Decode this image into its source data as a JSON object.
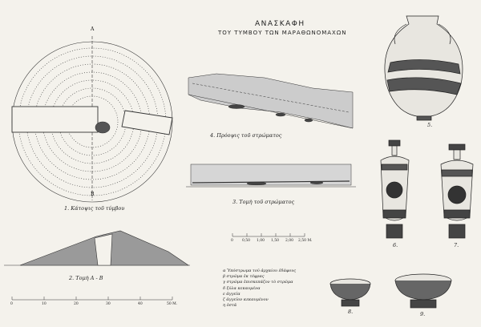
{
  "title": {
    "line1": "ΑΝΑΣΚΑΦΗ",
    "line2": "ΤΟΥ ΤΥΜΒΟΥ ΤΩΝ ΜΑΡΑΘΩΝΟΜΑΧΩΝ"
  },
  "figures": {
    "fig1": "1. Κάτοψις τοῦ τύμβου",
    "fig2": "2. Τομὴ Α - Β",
    "fig3": "3. Τομὴ τοῦ στρώματος",
    "fig4": "4. Πρόοψις τοῦ στρώματος",
    "fig5": "5.",
    "fig6": "6.",
    "fig7": "7.",
    "fig8": "8.",
    "fig9": "9."
  },
  "section_marks": {
    "a": "A",
    "b": "B"
  },
  "scale_small": {
    "ticks": [
      "0",
      "0,50",
      "1,00",
      "1,50",
      "2,00",
      "2,50 Μ."
    ]
  },
  "scale_large": {
    "ticks": [
      "0",
      "10",
      "20",
      "30",
      "40",
      "50 Μ."
    ]
  },
  "legend": [
    "α Ὑπόστρωμα τοῦ ἀρχαίου ἐδάφους",
    "β στρῶμα ἐκ τέφρας",
    "γ στρῶμα ἐπισκεπάζον τὸ στρῶμα",
    "δ ξύλα κεκαυμένα",
    "ε ἀγγεῖα",
    "ζ ἀγγεῖον κεκαυμένον",
    "η ὀστᾶ"
  ]
}
